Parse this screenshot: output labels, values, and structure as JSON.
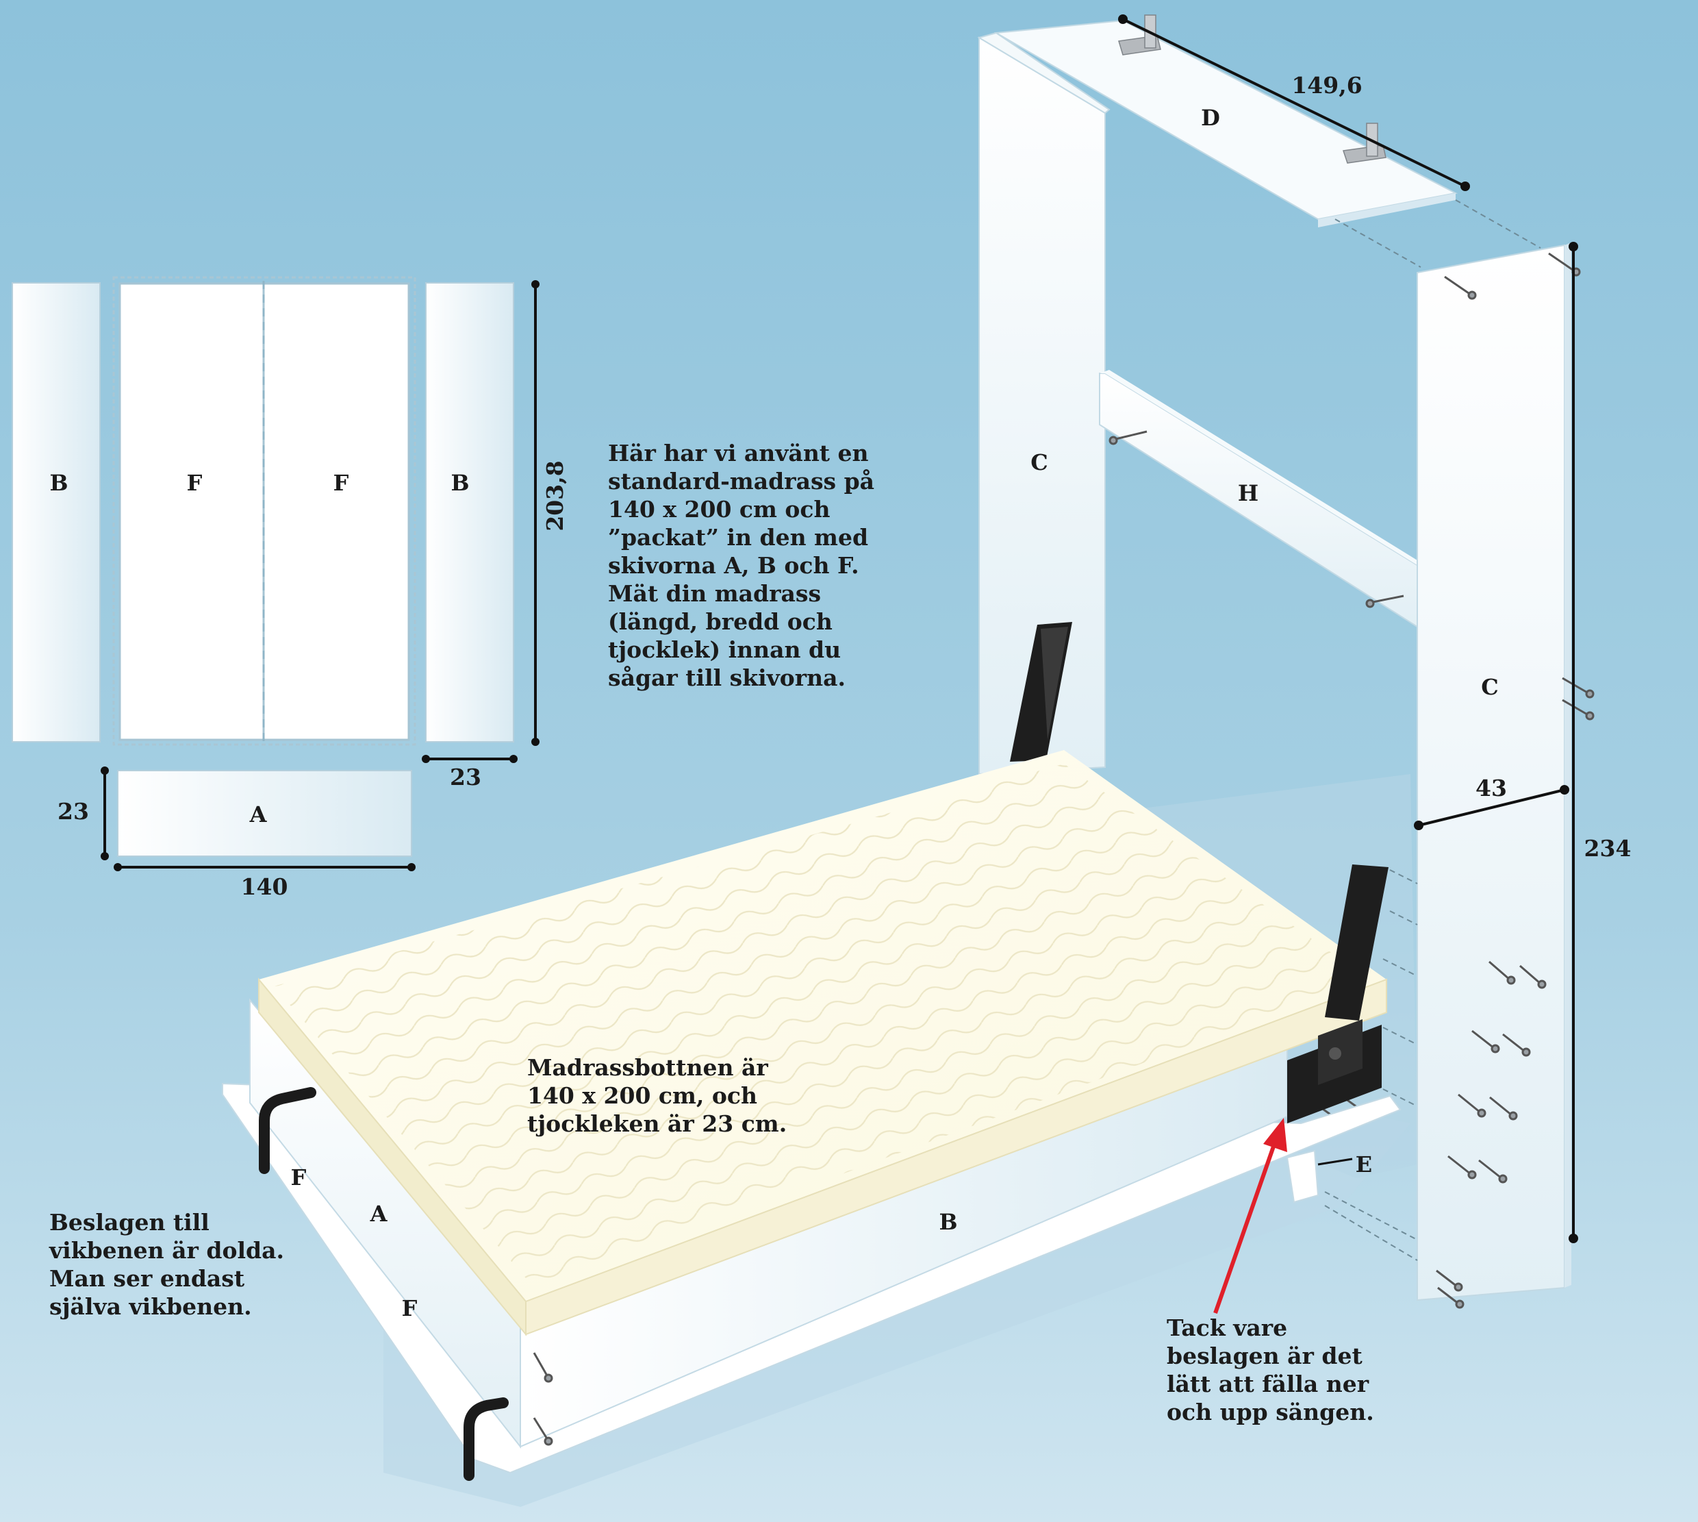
{
  "labels": {
    "flat_b_left": "B",
    "flat_f_left": "F",
    "flat_f_right": "F",
    "flat_b_right": "B",
    "flat_a": "A",
    "d": "D",
    "c_left": "C",
    "c_right": "C",
    "h": "H",
    "e": "E",
    "bed_a": "A",
    "bed_f_top": "F",
    "bed_f_bottom": "F",
    "bed_b": "B"
  },
  "dimensions": {
    "flat_height": "203,8",
    "board_width_b": "23",
    "board_height_a": "23",
    "width_a": "140",
    "d_length": "149,6",
    "c_depth": "43",
    "c_height": "234"
  },
  "notes": {
    "mattress": "Här har vi använt en\nstandard-madrass på\n140 x 200 cm och\n”packat” in den med\nskivorna A, B och F.\nMät din madrass\n(längd, bredd och\ntjocklek) innan du\nsågar till skivorna.",
    "base": "Madrassbottnen är\n140 x 200 cm, och\ntjockleken är 23 cm.",
    "legs": "Beslagen till\nvikbenen är dolda.\nMan ser endast\nsjälva vikbenen.",
    "hinge": "Tack vare\nbeslagen är det\nlätt att fälla ner\noch upp sängen."
  },
  "colors": {
    "background_top": "#8fc3dc",
    "background_bottom": "#c9e2ef",
    "board": "#ffffff",
    "board_shade": "#e3f0f6",
    "mattress": "#fdfbe9",
    "mattress_side": "#f1eccb",
    "hardware": "#1e1e1e",
    "arrow": "#e0202a",
    "dimension_line": "#111111"
  }
}
